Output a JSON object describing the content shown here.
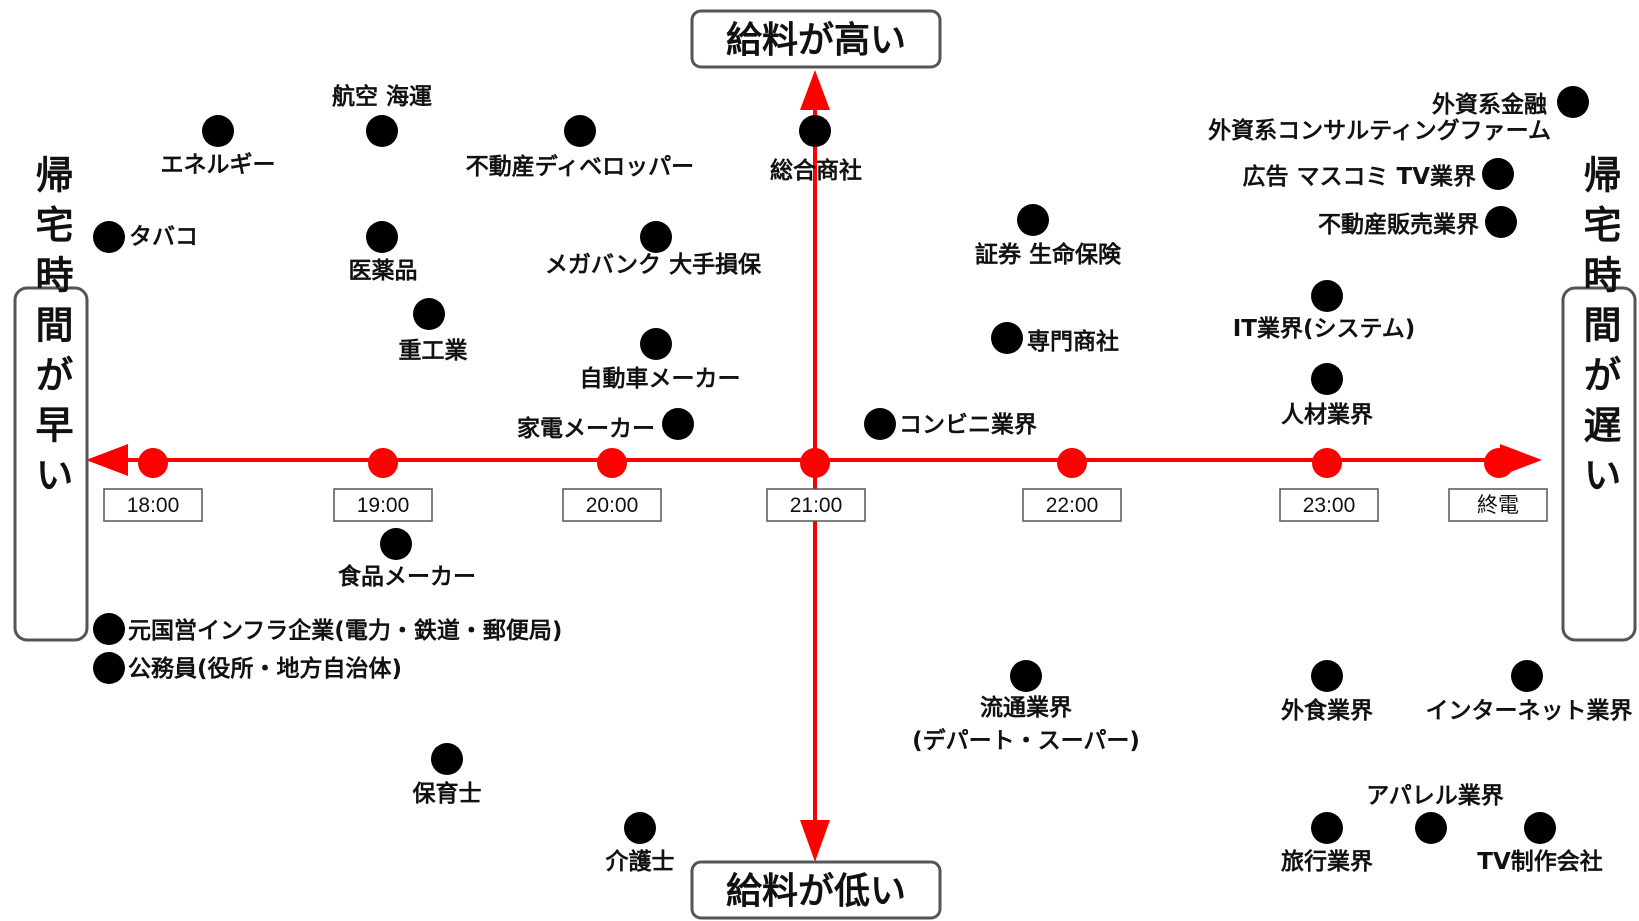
{
  "colors": {
    "axis": "#ff0000",
    "dot": "#000000",
    "box_border": "#555555"
  },
  "axis_labels": {
    "top": "給料が高い",
    "bottom": "給料が低い",
    "left": "帰宅時間が早い",
    "right": "帰宅時間が遅い"
  },
  "ticks": [
    "18:00",
    "19:00",
    "20:00",
    "21:00",
    "22:00",
    "23:00",
    "終電"
  ],
  "industries": [
    {
      "label": "航空 海運"
    },
    {
      "label": "エネルギー"
    },
    {
      "label": "不動産ディベロッパー"
    },
    {
      "label": "総合商社"
    },
    {
      "label": "タバコ"
    },
    {
      "label": "医薬品"
    },
    {
      "label": "メガバンク 大手損保"
    },
    {
      "label": "重工業"
    },
    {
      "label": "自動車メーカー"
    },
    {
      "label": "家電メーカー"
    },
    {
      "label": "コンビニ業界"
    },
    {
      "label": "証券 生命保険"
    },
    {
      "label": "専門商社"
    },
    {
      "label": "外資系金融"
    },
    {
      "label": "外資系コンサルティングファーム"
    },
    {
      "label": "広告 マスコミ TV業界"
    },
    {
      "label": "不動産販売業界"
    },
    {
      "label": "IT業界(システム)"
    },
    {
      "label": "人材業界"
    },
    {
      "label": "食品メーカー"
    },
    {
      "label": "元国営インフラ企業(電力・鉄道・郵便局)"
    },
    {
      "label": "公務員(役所・地方自治体)"
    },
    {
      "label": "流通業界"
    },
    {
      "label": "(デパート・スーパー)"
    },
    {
      "label": "保育士"
    },
    {
      "label": "介護士"
    },
    {
      "label": "外食業界"
    },
    {
      "label": "インターネット業界"
    },
    {
      "label": "アパレル業界"
    },
    {
      "label": "旅行業界"
    },
    {
      "label": "TV制作会社"
    }
  ]
}
